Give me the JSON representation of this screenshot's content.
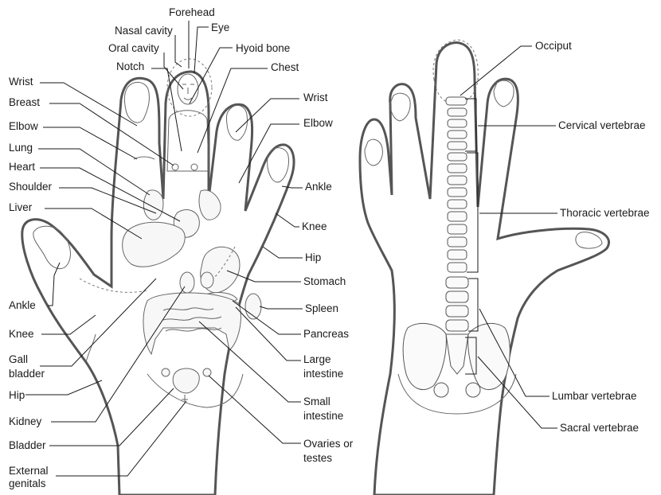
{
  "left_hand": {
    "labels": {
      "forehead": "Forehead",
      "nasal_cavity": "Nasal cavity",
      "eye": "Eye",
      "oral_cavity": "Oral cavity",
      "hyoid_bone": "Hyoid bone",
      "notch": "Notch",
      "chest": "Chest",
      "wrist_left": "Wrist",
      "breast": "Breast",
      "wrist_right": "Wrist",
      "elbow_left": "Elbow",
      "elbow_right": "Elbow",
      "lung": "Lung",
      "heart": "Heart",
      "shoulder": "Shoulder",
      "ankle_right": "Ankle",
      "liver": "Liver",
      "knee_right": "Knee",
      "hip_right": "Hip",
      "stomach": "Stomach",
      "ankle_left": "Ankle",
      "spleen": "Spleen",
      "knee_left": "Knee",
      "pancreas": "Pancreas",
      "gall_bladder": "Gall\nbladder",
      "large_intestine": "Large\nintestine",
      "hip_left": "Hip",
      "small_intestine": "Small\nintestine",
      "kidney": "Kidney",
      "bladder": "Bladder",
      "ovaries_testes": "Ovaries or\ntestes",
      "external_genitals": "External\ngenitals"
    }
  },
  "right_hand": {
    "labels": {
      "occiput": "Occiput",
      "cervical_vertebrae": "Cervical vertebrae",
      "thoracic_vertebrae": "Thoracic vertebrae",
      "lumbar_vertebrae": "Lumbar vertebrae",
      "sacral_vertebrae": "Sacral vertebrae"
    }
  }
}
